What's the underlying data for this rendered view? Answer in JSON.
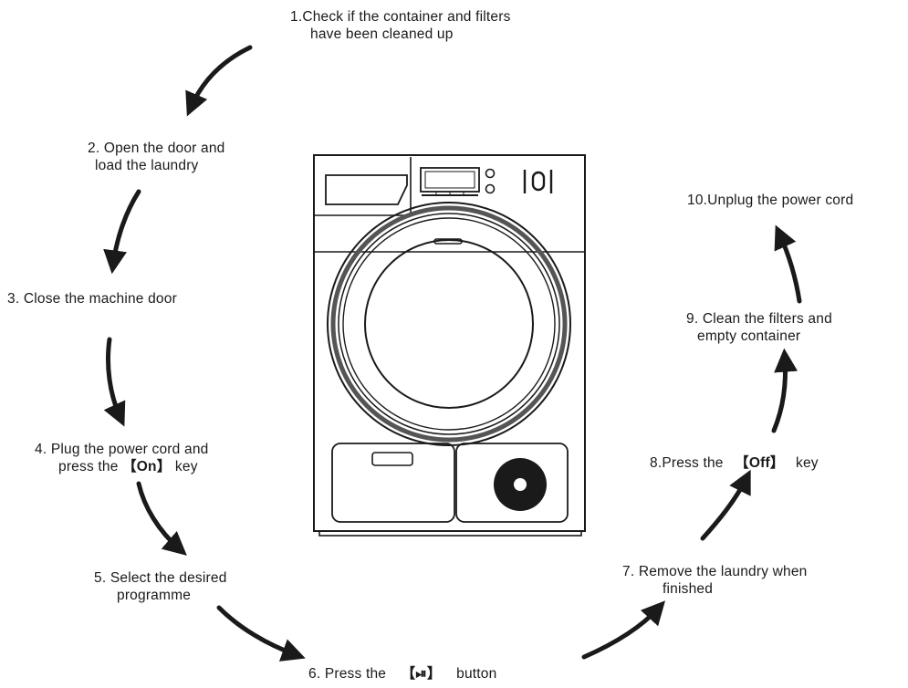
{
  "steps": [
    {
      "id": "s1",
      "lines": [
        "1.Check if the container and filters",
        "have been cleaned up"
      ]
    },
    {
      "id": "s2",
      "lines": [
        "2. Open the door and",
        "load the laundry"
      ]
    },
    {
      "id": "s3",
      "lines": [
        "3. Close the machine door"
      ]
    },
    {
      "id": "s4",
      "lines": [
        "4. Plug the power cord and",
        "press the"
      ],
      "key": "【On】",
      "after": "key"
    },
    {
      "id": "s5",
      "lines": [
        "5. Select the desired",
        "programme"
      ]
    },
    {
      "id": "s6",
      "lines": [
        "6. Press the"
      ],
      "key": "【⏯】",
      "after": "button"
    },
    {
      "id": "s7",
      "lines": [
        "7. Remove the laundry when",
        "finished"
      ]
    },
    {
      "id": "s8",
      "lines": [
        "8.Press the"
      ],
      "key": "【Off】",
      "after": "key"
    },
    {
      "id": "s9",
      "lines": [
        "9. Clean the filters and",
        "empty container"
      ]
    },
    {
      "id": "s10",
      "lines": [
        "10.Unplug the power cord"
      ]
    }
  ],
  "colors": {
    "ink": "#1a1a1a",
    "background": "#ffffff"
  },
  "icons": {
    "arrow": "curved-arrow-icon",
    "dryer": "tumble-dryer-icon"
  }
}
